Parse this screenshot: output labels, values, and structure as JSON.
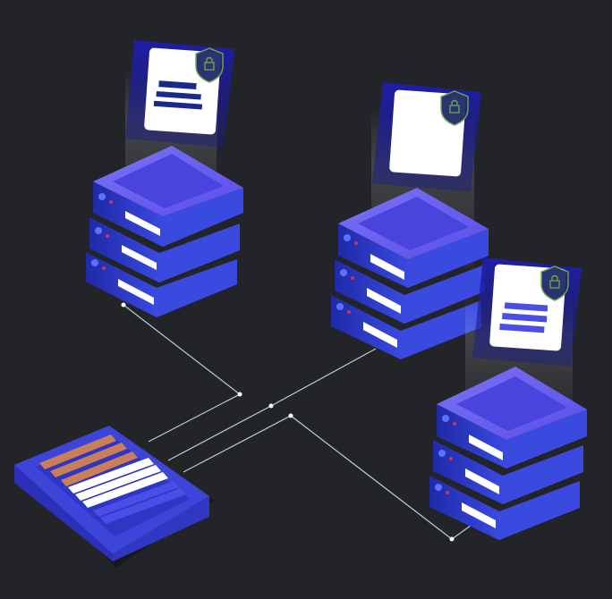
{
  "scene": {
    "background": "#232427",
    "colors": {
      "server_front": "#2c3bc9",
      "server_top": "#6a64f0",
      "server_top_inner": "#4c50e3",
      "server_side": "#1a1f8f",
      "server_slot": "#ffffff",
      "doc_card": "#ffffff",
      "doc_lines_navy": "#1a2a8a",
      "doc_lines_blue": "#4a4ee6",
      "shield": "#6fa84a",
      "connector": "#b7cfd8",
      "console_base": "#3d45d9",
      "console_bar_orange": "#c9805a"
    },
    "servers": [
      {
        "name": "server-stack-left",
        "document": "document-with-text",
        "secured": true
      },
      {
        "name": "server-stack-center",
        "document": "blank-document",
        "secured": true
      },
      {
        "name": "server-stack-right",
        "document": "document-with-text",
        "secured": true
      }
    ],
    "icons": [
      "shield-lock-icon",
      "server-stack-icon",
      "document-icon",
      "console-panel-icon"
    ]
  }
}
